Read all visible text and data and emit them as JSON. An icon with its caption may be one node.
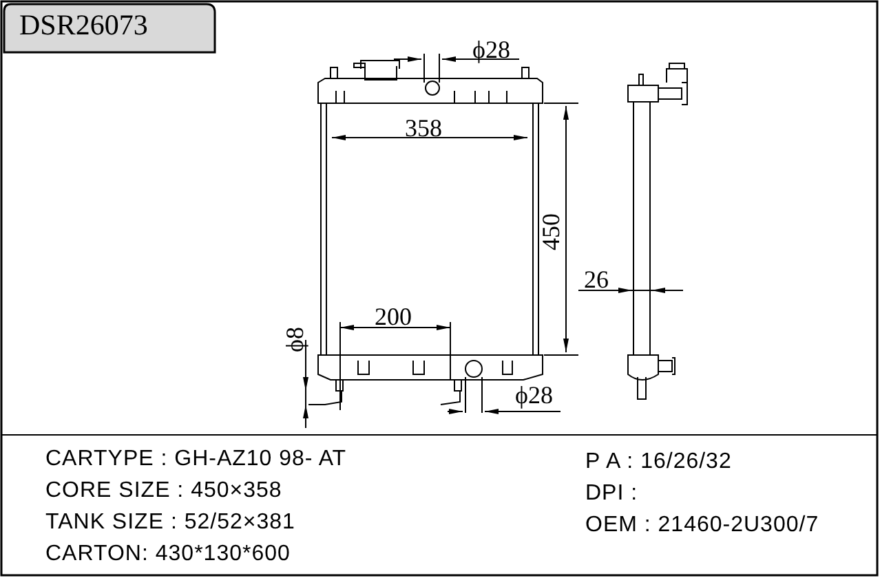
{
  "diagram": {
    "title": "DSR26073",
    "labels": [
      "ϕ28",
      "358",
      "450",
      "26",
      "200",
      "ϕ8",
      "ϕ28",
      "CARTYPE : GH-AZ10 98- AT",
      "CORE SIZE : 450×358",
      "TANK SIZE : 52/52×381",
      "CARTON: 430*130*600",
      "P A : 16/26/32",
      "DPI :",
      "OEM : 21460-2U300/7"
    ]
  }
}
